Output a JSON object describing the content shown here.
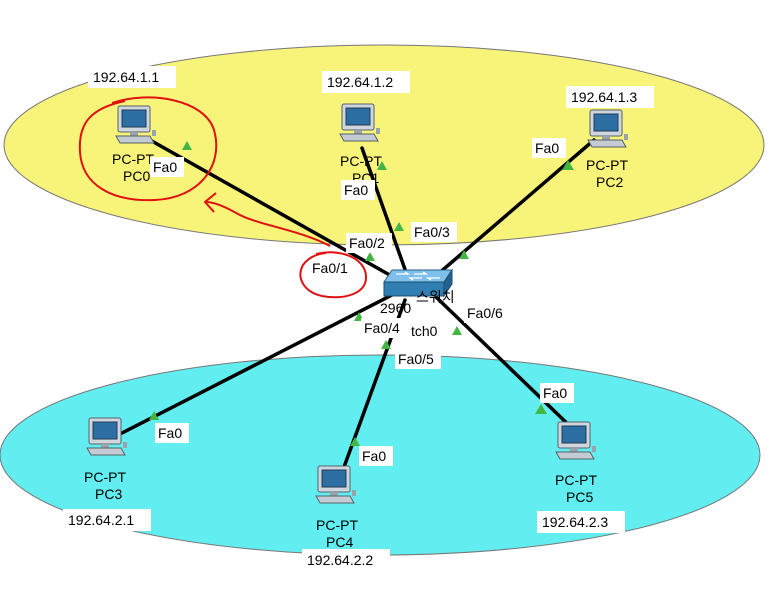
{
  "colors": {
    "lan1": "#f8f47a",
    "lan2": "#62eef0",
    "link": "#000000",
    "port": "#43b543",
    "annotation": "#e01010",
    "switch": "#2f7fb3"
  },
  "devices": {
    "pc0": {
      "type": "PC-PT",
      "name": "PC0",
      "ip": "192.64.1.1"
    },
    "pc1": {
      "type": "PC-PT",
      "name": "PC1",
      "ip": "192.64.1.2"
    },
    "pc2": {
      "type": "PC-PT",
      "name": "PC2",
      "ip": "192.64.1.3"
    },
    "pc3": {
      "type": "PC-PT",
      "name": "PC3",
      "ip": "192.64.2.1"
    },
    "pc4": {
      "type": "PC-PT",
      "name": "PC4",
      "ip": "192.64.2.2"
    },
    "pc5": {
      "type": "PC-PT",
      "name": "PC5",
      "ip": "192.64.2.3"
    },
    "switch": {
      "model": "2960",
      "korean": "스위치",
      "name_fragment": "tch0",
      "icon": "switch-icon"
    }
  },
  "links": [
    {
      "from": "pc0",
      "pc_port": "Fa0",
      "switch_port": "Fa0/1"
    },
    {
      "from": "pc1",
      "pc_port": "Fa0",
      "switch_port": "Fa0/2"
    },
    {
      "from": "pc2",
      "pc_port": "Fa0",
      "switch_port": "Fa0/3"
    },
    {
      "from": "pc3",
      "pc_port": "Fa0",
      "switch_port": "Fa0/4"
    },
    {
      "from": "pc4",
      "pc_port": "Fa0",
      "switch_port": "Fa0/5"
    },
    {
      "from": "pc5",
      "pc_port": "Fa0",
      "switch_port": "Fa0/6"
    }
  ],
  "icons": {
    "pc": "desktop-pc-icon",
    "port": "port-triangle-icon"
  }
}
